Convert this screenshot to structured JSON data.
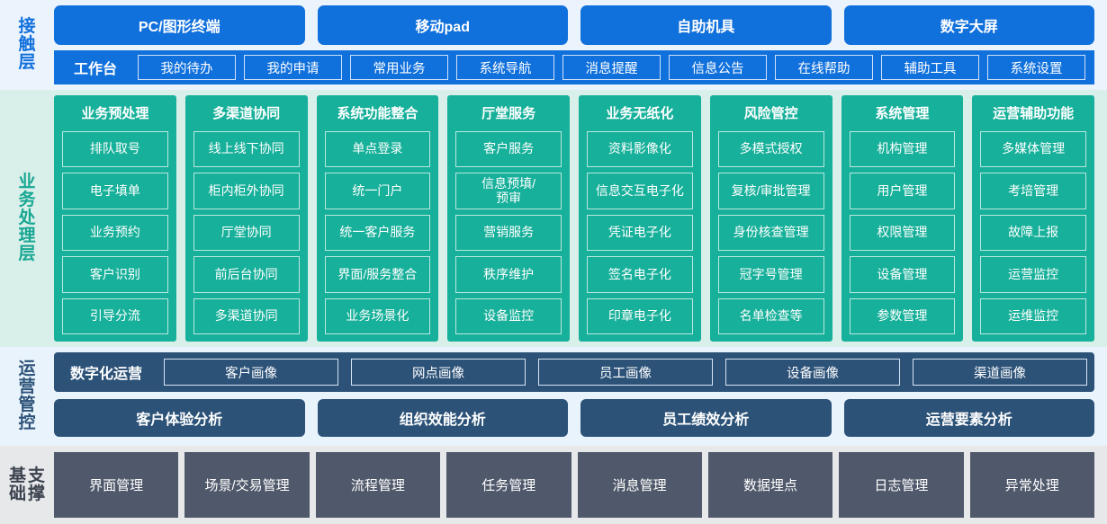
{
  "layers": {
    "contact": {
      "label": "接触层",
      "channels": [
        "PC/图形终端",
        "移动pad",
        "自助机具",
        "数字大屏"
      ],
      "workbench_title": "工作台",
      "workbench_items": [
        "我的待办",
        "我的申请",
        "常用业务",
        "系统导航",
        "消息提醒",
        "信息公告",
        "在线帮助",
        "辅助工具",
        "系统设置"
      ],
      "accent": "#1070dc",
      "background": "#ebf3fd"
    },
    "business": {
      "label": "业务处理层",
      "accent": "#17b09a",
      "background": "#d9efe9",
      "columns": [
        {
          "title": "业务预处理",
          "items": [
            "排队取号",
            "电子填单",
            "业务预约",
            "客户识别",
            "引导分流"
          ]
        },
        {
          "title": "多渠道协同",
          "items": [
            "线上线下协同",
            "柜内柜外协同",
            "厅堂协同",
            "前后台协同",
            "多渠道协同"
          ]
        },
        {
          "title": "系统功能整合",
          "items": [
            "单点登录",
            "统一门户",
            "统一客户服务",
            "界面/服务整合",
            "业务场景化"
          ]
        },
        {
          "title": "厅堂服务",
          "items": [
            "客户服务",
            "信息预填/\n预审",
            "营销服务",
            "秩序维护",
            "设备监控"
          ]
        },
        {
          "title": "业务无纸化",
          "items": [
            "资料影像化",
            "信息交互电子化",
            "凭证电子化",
            "签名电子化",
            "印章电子化"
          ]
        },
        {
          "title": "风险管控",
          "items": [
            "多模式授权",
            "复核/审批管理",
            "身份核查管理",
            "冠字号管理",
            "名单检查等"
          ]
        },
        {
          "title": "系统管理",
          "items": [
            "机构管理",
            "用户管理",
            "权限管理",
            "设备管理",
            "参数管理"
          ]
        },
        {
          "title": "运营辅助功能",
          "items": [
            "多媒体管理",
            "考培管理",
            "故障上报",
            "运营监控",
            "运维监控"
          ]
        }
      ]
    },
    "operations": {
      "label": "运营管控",
      "accent": "#2c5278",
      "background": "#e9f3fc",
      "digital_title": "数字化运营",
      "portraits": [
        "客户画像",
        "网点画像",
        "员工画像",
        "设备画像",
        "渠道画像"
      ],
      "analyses": [
        "客户体验分析",
        "组织效能分析",
        "员工绩效分析",
        "运营要素分析"
      ]
    },
    "foundation": {
      "label": "基础支撑",
      "label_col1": "基础",
      "label_col2": "支撑",
      "accent": "#50596b",
      "background": "#e6e8ea",
      "items": [
        "界面管理",
        "场景/交易管理",
        "流程管理",
        "任务管理",
        "消息管理",
        "数据埋点",
        "日志管理",
        "异常处理"
      ]
    }
  }
}
